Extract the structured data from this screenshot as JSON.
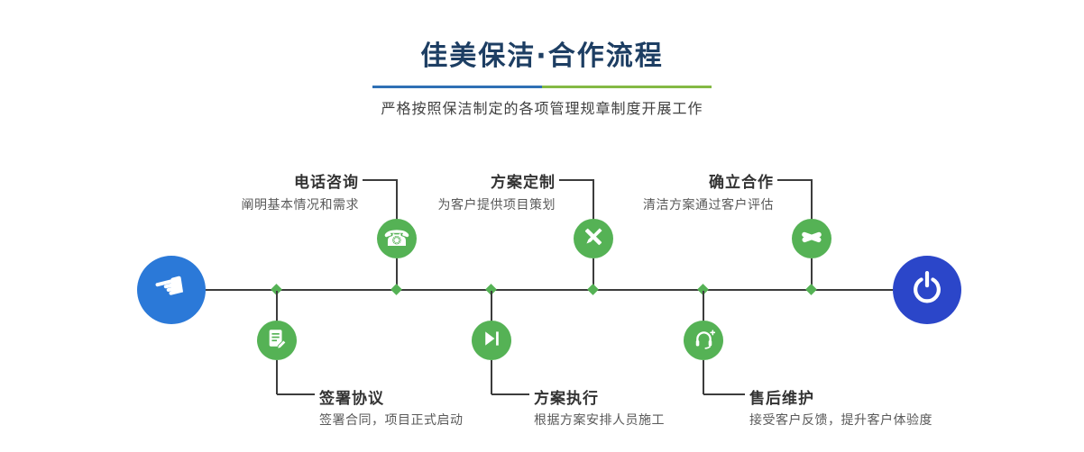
{
  "header": {
    "title": "佳美保洁·合作流程",
    "subtitle": "严格按照保洁制定的各项管理规章制度开展工作"
  },
  "colors": {
    "title_text": "#1d3e63",
    "step_green": "#55b255",
    "start_circle_blue": "#2b79d8",
    "end_circle_blue": "#2b46c9",
    "divider_blue": "#2f70b5",
    "divider_green": "#84b944",
    "timeline_line": "#3c3c3c"
  },
  "icons": {
    "hand_glyph": "☚",
    "phone_glyph": "☎"
  },
  "timeline": {
    "start_icon": "hand-pointer-icon",
    "end_icon": "power-icon",
    "steps": [
      {
        "title": "电话咨询",
        "desc": "阐明基本情况和需求",
        "position": "top",
        "icon": "phone-icon"
      },
      {
        "title": "方案定制",
        "desc": "为客户提供项目策划",
        "position": "top",
        "icon": "design-tools-icon"
      },
      {
        "title": "确立合作",
        "desc": "清洁方案通过客户评估",
        "position": "top",
        "icon": "handshake-icon"
      },
      {
        "title": "签署协议",
        "desc": "签署合同，项目正式启动",
        "position": "bottom",
        "icon": "contract-icon"
      },
      {
        "title": "方案执行",
        "desc": "根据方案安排人员施工",
        "position": "bottom",
        "icon": "play-icon"
      },
      {
        "title": "售后维护",
        "desc": "接受客户反馈，提升客户体验度",
        "position": "bottom",
        "icon": "headset-icon"
      }
    ]
  }
}
